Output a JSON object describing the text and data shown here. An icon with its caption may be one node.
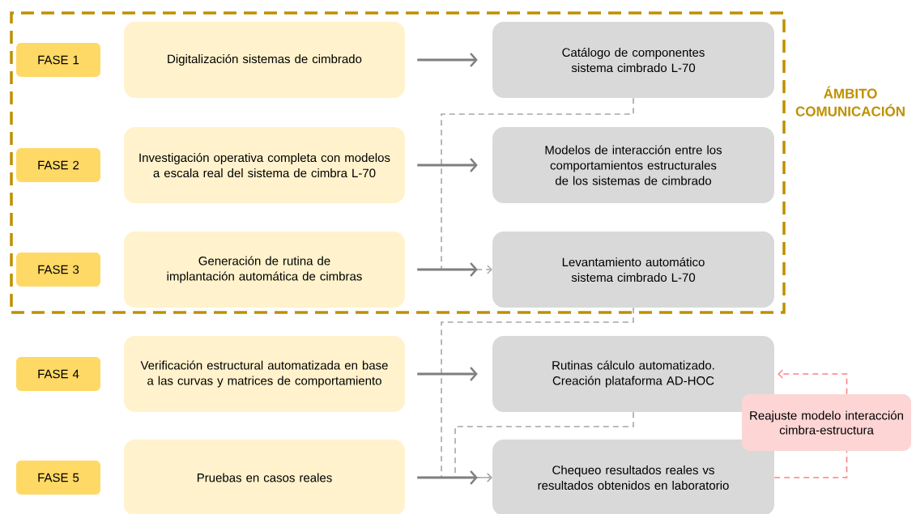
{
  "diagram": {
    "nodes": [
      {
        "text": [
          "ÁMBITO COMUNICACIÓN"
        ]
      },
      {
        "text": [
          "FASE 1"
        ],
        "in": 0
      },
      {
        "text": [
          "Digitalización sistemas de cimbrado"
        ],
        "in": 0
      },
      {
        "text": [
          "Catálogo de componentes sistema cimbrado L-70"
        ],
        "in": 0
      },
      {
        "text": [
          "FASE 2"
        ],
        "in": 0
      },
      {
        "text": [
          "Investigación operativa completa con modelos a escala real del sistema de cimbra L-70"
        ],
        "in": 0
      },
      {
        "text": [
          "Modelos de interacción entre los comportamientos estructurales de los sistemas de cimbrado"
        ],
        "in": 0
      },
      {
        "text": [
          "FASE 3"
        ],
        "in": 0
      },
      {
        "text": [
          "Generación de rutina de implantación automática de cimbras"
        ],
        "in": 0
      },
      {
        "text": [
          "Levantamiento automático sistema cimbrado L-70"
        ],
        "in": 0
      },
      {
        "text": [
          "FASE 4"
        ]
      },
      {
        "text": [
          "Verificación estructural automatizada en base a las curvas y matrices de comportamiento"
        ]
      },
      {
        "text": [
          "Rutinas cálculo automatizado. Creación plataforma AD-HOC"
        ]
      },
      {
        "text": [
          "FASE 5"
        ]
      },
      {
        "text": [
          "Pruebas en casos reales"
        ]
      },
      {
        "text": [
          "Chequeo resultados reales vs resultados obtenidos en laboratorio"
        ]
      },
      {
        "text": [
          "Reajuste modelo interacción cimbra-estructura"
        ]
      }
    ],
    "edges": [
      {
        "from": 2,
        "to": 3,
        "arrow": "to"
      },
      {
        "from": 5,
        "to": 6,
        "arrow": "to"
      },
      {
        "from": 8,
        "to": 9,
        "arrow": "to"
      },
      {
        "from": 11,
        "to": 12,
        "arrow": "to"
      },
      {
        "from": 14,
        "to": 15,
        "arrow": "to"
      },
      {
        "from": 3,
        "to": 9,
        "arrow": "to",
        "style": "dashed",
        "color": "#a6a6a6"
      },
      {
        "from": 9,
        "to": 15,
        "arrow": "to",
        "style": "dashed",
        "color": "#a6a6a6"
      },
      {
        "from": 12,
        "to": 15,
        "arrow": "to",
        "style": "dashed",
        "color": "#a6a6a6"
      },
      {
        "from": 15,
        "to": 16,
        "arrow": "none",
        "style": "dashed",
        "color": "#ff8080"
      },
      {
        "from": 16,
        "to": 12,
        "arrow": "to",
        "style": "dashed",
        "color": "#ff8080"
      }
    ]
  }
}
